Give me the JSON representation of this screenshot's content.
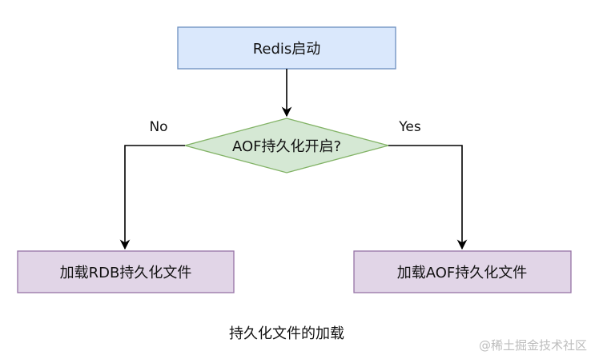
{
  "diagram": {
    "start_node": {
      "label": "Redis启动"
    },
    "decision_node": {
      "label": "AOF持久化开启?"
    },
    "left_node": {
      "label": "加载RDB持久化文件"
    },
    "right_node": {
      "label": "加载AOF持久化文件"
    },
    "edge_no_label": "No",
    "edge_yes_label": "Yes",
    "caption": "持久化文件的加载"
  },
  "watermark": "@稀土掘金技术社区",
  "colors": {
    "start_fill": "#dae8fc",
    "start_stroke": "#6c8ebf",
    "decision_fill": "#d5e8d4",
    "decision_stroke": "#82b366",
    "process_fill": "#e1d5e7",
    "process_stroke": "#9673a6",
    "edge": "#000000"
  }
}
